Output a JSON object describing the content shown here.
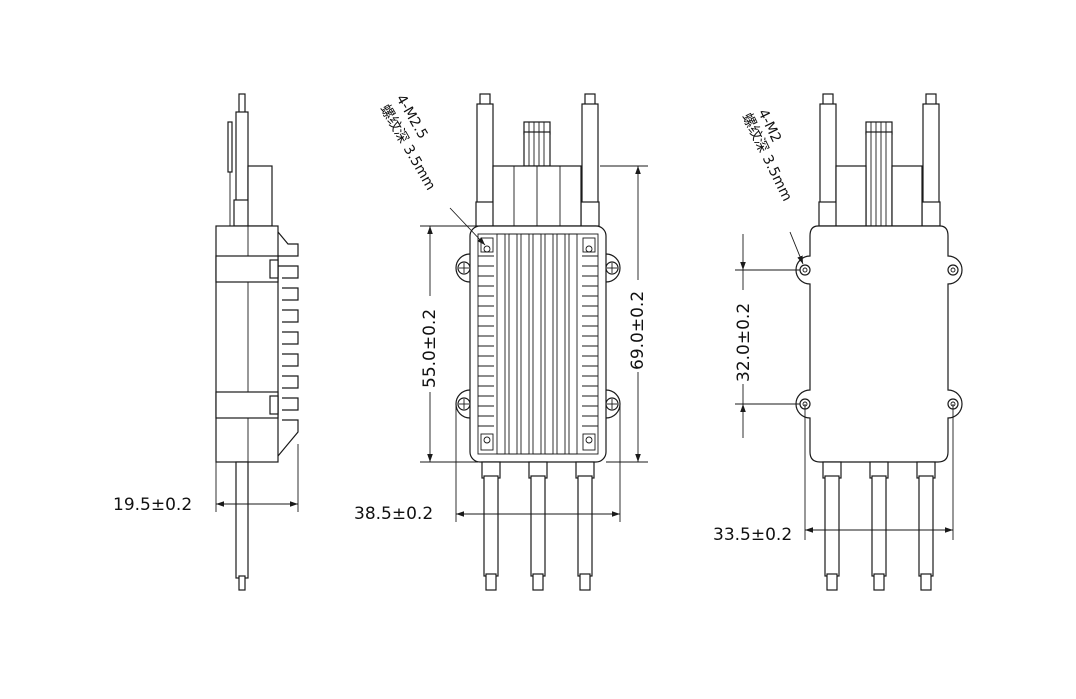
{
  "side_view": {
    "thickness_label": "19.5±0.2"
  },
  "front_view": {
    "callout_line1": "4-M2.5",
    "callout_line2": "螺纹深 3.5mm",
    "height_hole_label": "55.0±0.2",
    "height_total_label": "69.0±0.2",
    "width_label": "38.5±0.2"
  },
  "back_view": {
    "callout_line1": "4-M2",
    "callout_line2": "螺纹深 3.5mm",
    "height_hole_label": "32.0±0.2",
    "width_label": "33.5±0.2"
  },
  "colors": {
    "line": "#1a1a1a",
    "background": "#ffffff"
  }
}
